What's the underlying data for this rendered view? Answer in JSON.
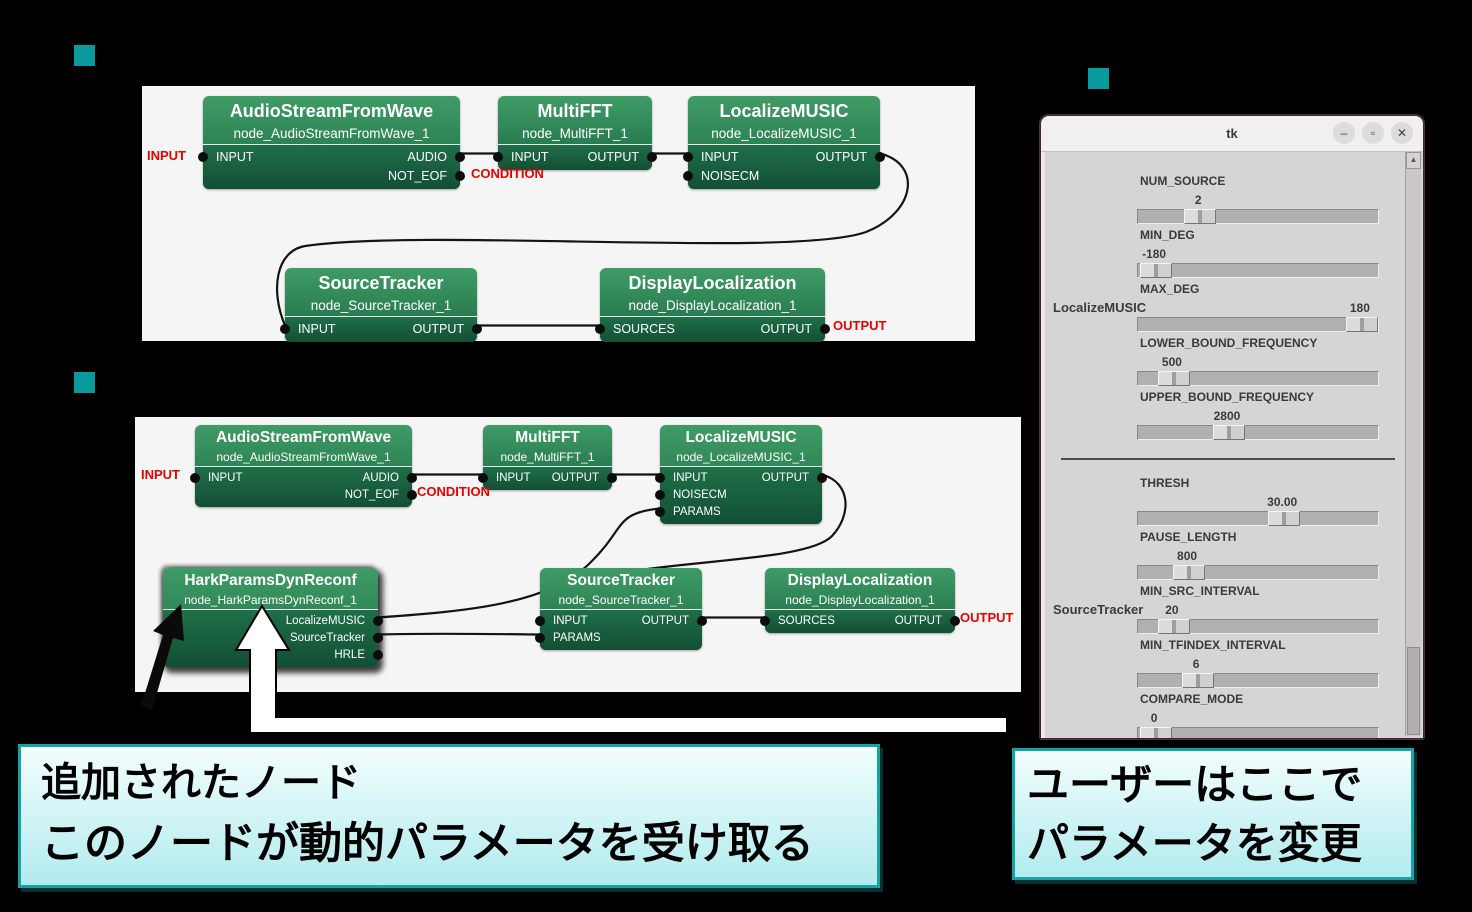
{
  "slide": {
    "bullet_count": 3
  },
  "diagrams": [
    {
      "id": "network-before",
      "nodes": [
        {
          "title": "AudioStreamFromWave",
          "subtitle": "node_AudioStreamFromWave_1",
          "inputs": [
            "INPUT"
          ],
          "outputs": [
            "AUDIO",
            "NOT_EOF"
          ]
        },
        {
          "title": "MultiFFT",
          "subtitle": "node_MultiFFT_1",
          "inputs": [
            "INPUT"
          ],
          "outputs": [
            "OUTPUT"
          ]
        },
        {
          "title": "LocalizeMUSIC",
          "subtitle": "node_LocalizeMUSIC_1",
          "inputs": [
            "INPUT",
            "NOISECM"
          ],
          "outputs": [
            "OUTPUT"
          ]
        },
        {
          "title": "SourceTracker",
          "subtitle": "node_SourceTracker_1",
          "inputs": [
            "INPUT"
          ],
          "outputs": [
            "OUTPUT"
          ]
        },
        {
          "title": "DisplayLocalization",
          "subtitle": "node_DisplayLocalization_1",
          "inputs": [
            "SOURCES"
          ],
          "outputs": [
            "OUTPUT"
          ]
        }
      ],
      "external_labels": [
        {
          "id": "input",
          "text": "INPUT"
        },
        {
          "id": "condition",
          "text": "CONDITION"
        },
        {
          "id": "output",
          "text": "OUTPUT"
        }
      ],
      "edges": [
        {
          "from": "node_AudioStreamFromWave_1.AUDIO",
          "to": "node_MultiFFT_1.INPUT"
        },
        {
          "from": "node_MultiFFT_1.OUTPUT",
          "to": "node_LocalizeMUSIC_1.INPUT"
        },
        {
          "from": "node_LocalizeMUSIC_1.OUTPUT",
          "to": "node_SourceTracker_1.INPUT"
        },
        {
          "from": "node_SourceTracker_1.OUTPUT",
          "to": "node_DisplayLocalization_1.SOURCES"
        }
      ]
    },
    {
      "id": "network-after",
      "nodes": [
        {
          "title": "AudioStreamFromWave",
          "subtitle": "node_AudioStreamFromWave_1",
          "inputs": [
            "INPUT"
          ],
          "outputs": [
            "AUDIO",
            "NOT_EOF"
          ]
        },
        {
          "title": "MultiFFT",
          "subtitle": "node_MultiFFT_1",
          "inputs": [
            "INPUT"
          ],
          "outputs": [
            "OUTPUT"
          ]
        },
        {
          "title": "LocalizeMUSIC",
          "subtitle": "node_LocalizeMUSIC_1",
          "inputs": [
            "INPUT",
            "NOISECM",
            "PARAMS"
          ],
          "outputs": [
            "OUTPUT"
          ]
        },
        {
          "title": "HarkParamsDynReconf",
          "subtitle": "node_HarkParamsDynReconf_1",
          "inputs": [],
          "outputs": [
            "LocalizeMUSIC",
            "SourceTracker",
            "HRLE"
          ],
          "selected": true
        },
        {
          "title": "SourceTracker",
          "subtitle": "node_SourceTracker_1",
          "inputs": [
            "INPUT",
            "PARAMS"
          ],
          "outputs": [
            "OUTPUT"
          ]
        },
        {
          "title": "DisplayLocalization",
          "subtitle": "node_DisplayLocalization_1",
          "inputs": [
            "SOURCES"
          ],
          "outputs": [
            "OUTPUT"
          ]
        }
      ],
      "external_labels": [
        {
          "id": "input",
          "text": "INPUT"
        },
        {
          "id": "condition",
          "text": "CONDITION"
        },
        {
          "id": "output",
          "text": "OUTPUT"
        }
      ],
      "edges": [
        {
          "from": "node_AudioStreamFromWave_1.AUDIO",
          "to": "node_MultiFFT_1.INPUT"
        },
        {
          "from": "node_MultiFFT_1.OUTPUT",
          "to": "node_LocalizeMUSIC_1.INPUT"
        },
        {
          "from": "node_LocalizeMUSIC_1.OUTPUT",
          "to": "node_SourceTracker_1.INPUT"
        },
        {
          "from": "node_SourceTracker_1.OUTPUT",
          "to": "node_DisplayLocalization_1.SOURCES"
        },
        {
          "from": "node_HarkParamsDynReconf_1.LocalizeMUSIC",
          "to": "node_LocalizeMUSIC_1.PARAMS"
        },
        {
          "from": "node_HarkParamsDynReconf_1.SourceTracker",
          "to": "node_SourceTracker_1.PARAMS"
        }
      ]
    }
  ],
  "tk_window": {
    "title": "tk",
    "window_buttons": [
      {
        "id": "minimize",
        "glyph": "–"
      },
      {
        "id": "maximize",
        "glyph": "▫"
      },
      {
        "id": "close",
        "glyph": "✕"
      }
    ],
    "scroll_up_glyph": "▲",
    "groups": [
      {
        "label": "LocalizeMUSIC",
        "params": [
          {
            "name": "NUM_SOURCE",
            "value": "2",
            "handle_pct": 0.22
          },
          {
            "name": "MIN_DEG",
            "value": "-180",
            "handle_pct": 0.01
          },
          {
            "name": "MAX_DEG",
            "value": "180",
            "handle_pct": 0.99
          },
          {
            "name": "LOWER_BOUND_FREQUENCY",
            "value": "500",
            "handle_pct": 0.095
          },
          {
            "name": "UPPER_BOUND_FREQUENCY",
            "value": "2800",
            "handle_pct": 0.357
          }
        ]
      },
      {
        "label": "SourceTracker",
        "params": [
          {
            "name": "THRESH",
            "value": "30.00",
            "handle_pct": 0.62
          },
          {
            "name": "PAUSE_LENGTH",
            "value": "800",
            "handle_pct": 0.167
          },
          {
            "name": "MIN_SRC_INTERVAL",
            "value": "20",
            "handle_pct": 0.095
          },
          {
            "name": "MIN_TFINDEX_INTERVAL",
            "value": "6",
            "handle_pct": 0.21
          },
          {
            "name": "COMPARE_MODE",
            "value": "0",
            "handle_pct": 0.01
          }
        ]
      }
    ]
  },
  "captions": {
    "added_node": {
      "lines": [
        "追加されたノード",
        "このノードが動的パラメータを受け取る"
      ]
    },
    "user_changes": {
      "lines": [
        "ユーザーはここで",
        "パラメータを変更"
      ]
    }
  },
  "colors": {
    "background": "#000000",
    "bullet_teal": "#089a9c",
    "node_green_top": "#3f9c66",
    "node_green_bottom": "#124f35",
    "label_red": "#e90000",
    "caption_border": "#17a3a6",
    "caption_fill_top": "#f3fdfd",
    "caption_fill_bottom": "#b2ebee",
    "tk_titlebar": "#f2f0ee",
    "tk_content": "#d7d5d3"
  }
}
